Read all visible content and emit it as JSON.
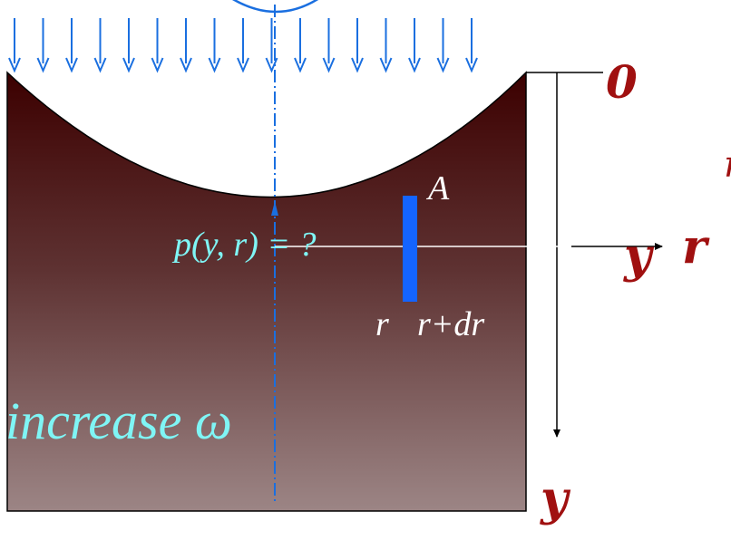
{
  "labels": {
    "origin": "0",
    "y_axis_horizontal": "y",
    "r_axis": "r",
    "y_axis_vertical": "y",
    "area": "A",
    "pressure": "p(y, r) = ?",
    "r_left": "r",
    "r_right": "r+dr",
    "increase": "increase ω"
  },
  "colors": {
    "fluid_top": "#3c0000",
    "fluid_bottom": "#9c8585",
    "arrow_blue": "#1a6fe0",
    "cyan_text": "#7ff5f5",
    "axis_red": "#a01010",
    "element_blue": "#1464ff"
  },
  "icons": {
    "arrow": "down-arrow-icon"
  }
}
